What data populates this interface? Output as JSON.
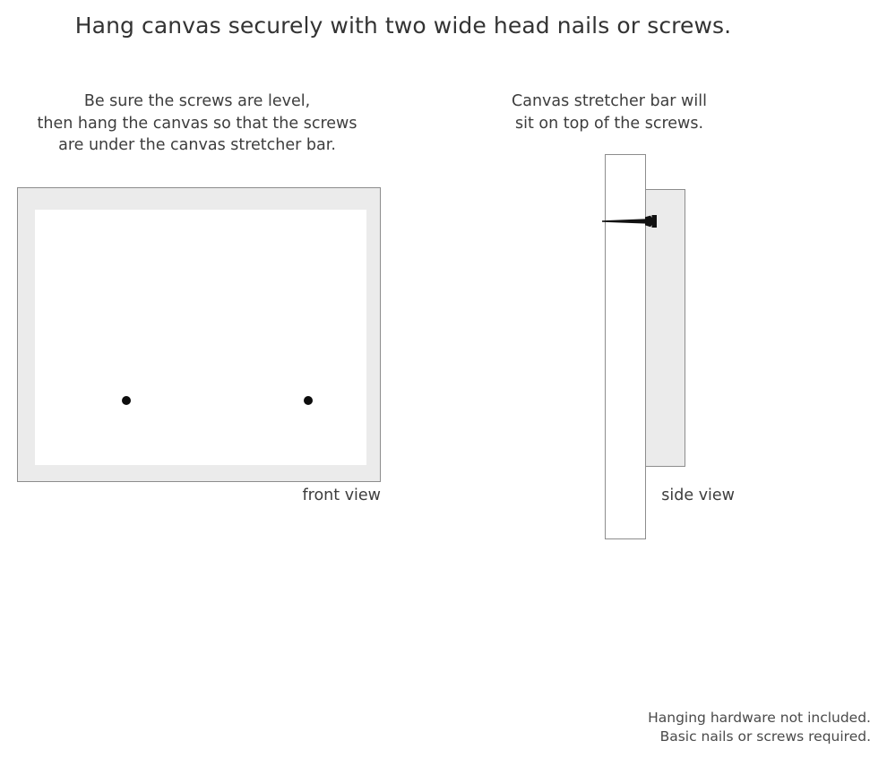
{
  "title": "Hang canvas securely with two wide head nails or screws.",
  "instructions": {
    "left": {
      "line1": "Be sure the screws are level,",
      "line2": "then hang the canvas so that the screws",
      "line3": "are under the canvas stretcher bar."
    },
    "right": {
      "line1": "Canvas stretcher bar will",
      "line2": "sit on top of the screws."
    }
  },
  "diagrams": {
    "front": {
      "caption": "front view",
      "frame_color": "#ebebeb",
      "border_color": "#8d8d8d",
      "inner_color": "#ffffff",
      "screw_count": 2,
      "screw_color": "#0d0d0d"
    },
    "side": {
      "caption": "side view",
      "wall_color": "#ffffff",
      "stretcher_bar_color": "#ebebeb",
      "border_color": "#8d8d8d",
      "nail_color": "#111111"
    }
  },
  "disclaimer": {
    "line1": "Hanging hardware not included.",
    "line2": "Basic nails or screws required."
  }
}
